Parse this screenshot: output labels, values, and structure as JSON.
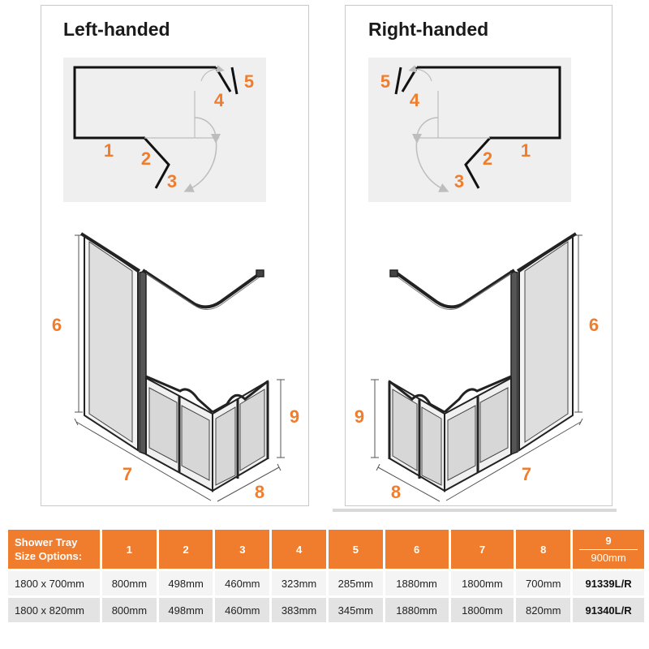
{
  "left_panel": {
    "title": "Left-handed",
    "plan_labels": [
      "1",
      "2",
      "3",
      "4",
      "5"
    ],
    "view_labels": [
      "6",
      "7",
      "8",
      "9"
    ]
  },
  "right_panel": {
    "title": "Right-handed",
    "plan_labels": [
      "1",
      "2",
      "3",
      "4",
      "5"
    ],
    "view_labels": [
      "6",
      "7",
      "8",
      "9"
    ]
  },
  "colors": {
    "accent": "#ef7d2d",
    "row_light": "#f4f4f4",
    "row_dark": "#e3e3e3",
    "plan_bg": "#efefef"
  },
  "table": {
    "header_first": [
      "Shower Tray",
      "Size Options:"
    ],
    "headers": [
      "1",
      "2",
      "3",
      "4",
      "5",
      "6",
      "7",
      "8"
    ],
    "header_last": {
      "top": "9",
      "bottom": "900mm"
    },
    "rows": [
      {
        "size": "1800 x 700mm",
        "values": [
          "800mm",
          "498mm",
          "460mm",
          "323mm",
          "285mm",
          "1880mm",
          "1800mm",
          "700mm"
        ],
        "code": "91339L/R"
      },
      {
        "size": "1800 x 820mm",
        "values": [
          "800mm",
          "498mm",
          "460mm",
          "383mm",
          "345mm",
          "1880mm",
          "1800mm",
          "820mm"
        ],
        "code": "91340L/R"
      }
    ]
  }
}
